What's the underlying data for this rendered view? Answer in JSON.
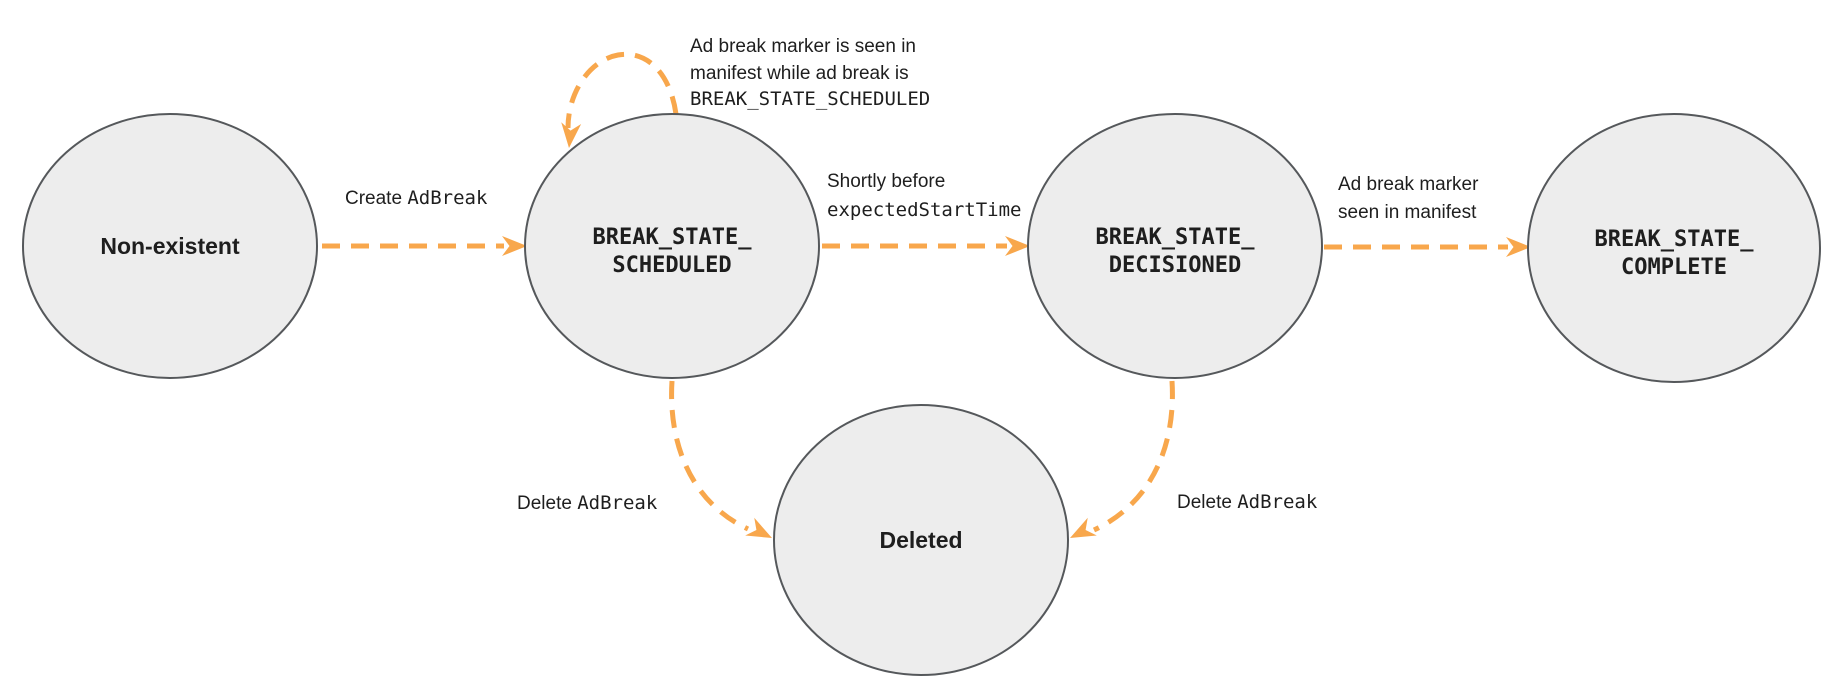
{
  "colors": {
    "arrow": "#F8A74C",
    "node_fill": "#EDEDED",
    "node_stroke": "#55585B",
    "text": "#1E1E1E",
    "background": "#FFFFFF"
  },
  "nodes": [
    {
      "id": "non-existent",
      "label": "Non-existent"
    },
    {
      "id": "break-state-scheduled",
      "line1": "BREAK_STATE_",
      "line2": "SCHEDULED"
    },
    {
      "id": "break-state-decisioned",
      "line1": "BREAK_STATE_",
      "line2": "DECISIONED"
    },
    {
      "id": "break-state-complete",
      "line1": "BREAK_STATE_",
      "line2": "COMPLETE"
    },
    {
      "id": "deleted",
      "label": "Deleted"
    }
  ],
  "edges": {
    "create": {
      "plain": "Create ",
      "code": "AdBreak"
    },
    "self_loop": {
      "line1": "Ad break marker is seen in",
      "line2": "manifest while ad break is",
      "line3_code": "BREAK_STATE_SCHEDULED"
    },
    "to_decisioned": {
      "line1": "Shortly before",
      "line2_code": "expectedStartTime"
    },
    "to_complete": {
      "line1": "Ad break marker",
      "line2": "seen in manifest"
    },
    "delete_left": {
      "plain": "Delete ",
      "code": "AdBreak"
    },
    "delete_right": {
      "plain": "Delete ",
      "code": "AdBreak"
    }
  }
}
